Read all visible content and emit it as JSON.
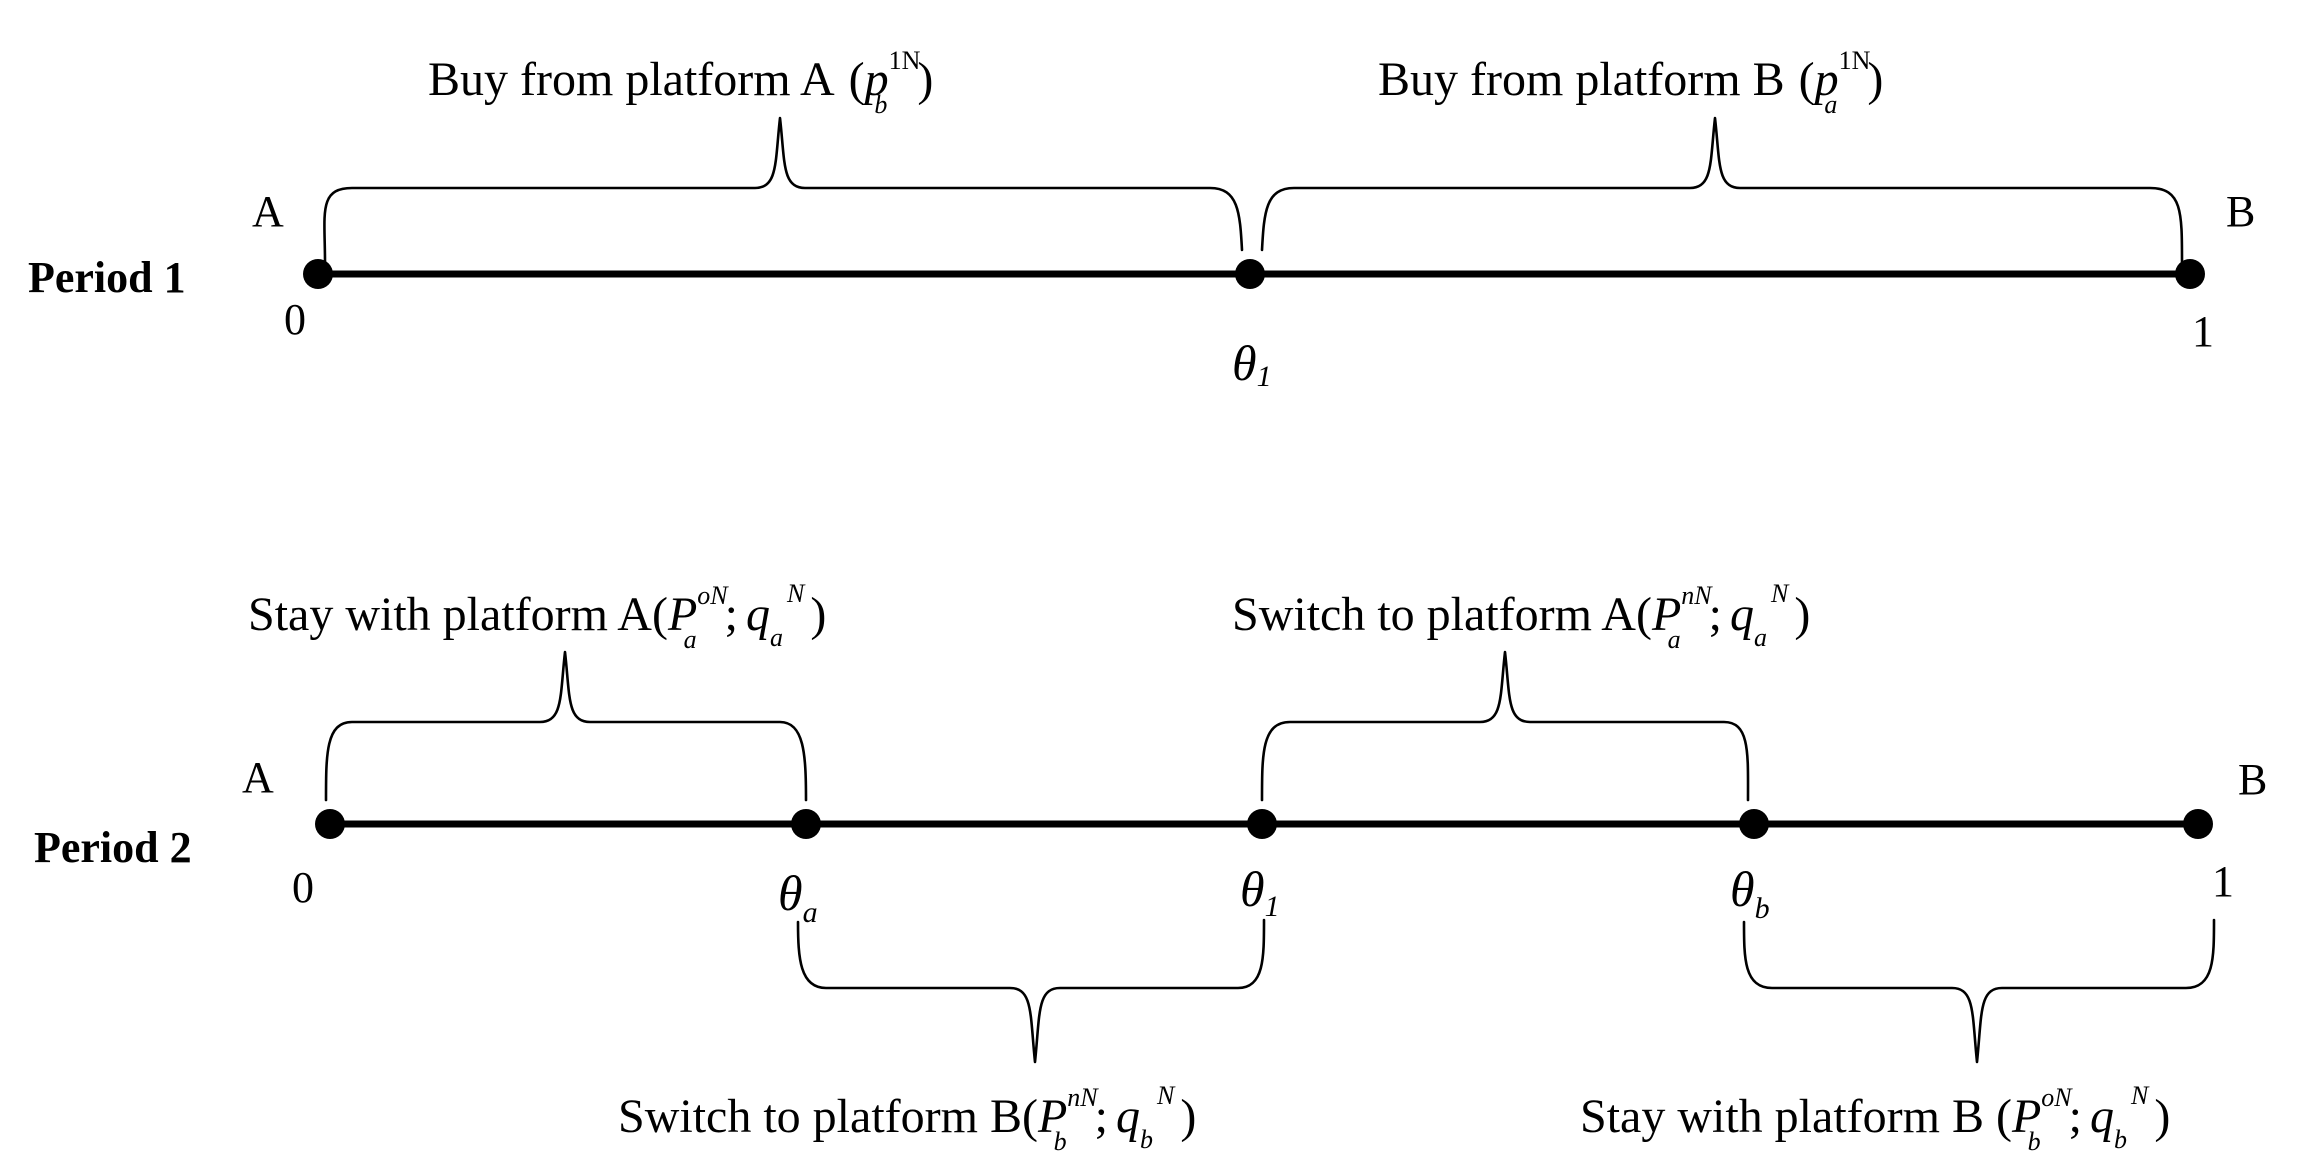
{
  "period1": {
    "label": "Period 1",
    "left_end": "A",
    "right_end": "B",
    "zero": "0",
    "one": "1",
    "theta": "θ",
    "theta_sub": "1",
    "brace_left": {
      "text": "Buy from platform A",
      "paren_open": "(",
      "sym": "p",
      "sup": "1N",
      "sub": "b",
      "paren_close": ")"
    },
    "brace_right": {
      "text": "Buy from platform B",
      "paren_open": "(",
      "sym": "p",
      "sup": "1N",
      "sub": "a",
      "paren_close": ")"
    }
  },
  "period2": {
    "label": "Period 2",
    "left_end": "A",
    "right_end": "B",
    "zero": "0",
    "one": "1",
    "theta_a": {
      "sym": "θ",
      "sub": "a"
    },
    "theta_1": {
      "sym": "θ",
      "sub": "1"
    },
    "theta_b": {
      "sym": "θ",
      "sub": "b"
    },
    "brace_stay_a": {
      "text": "Stay with platform A(",
      "sym1": "P",
      "sup1": "oN",
      "sub1": "a",
      "sep": ";",
      "sym2": "q",
      "sub2": "a",
      "sup2": "N",
      "close": ")"
    },
    "brace_switch_a": {
      "text": "Switch to platform A(",
      "sym1": "P",
      "sup1": "nN",
      "sub1": "a",
      "sep": ";",
      "sym2": "q",
      "sub2": "a",
      "sup2": "N",
      "close": ")"
    },
    "brace_switch_b": {
      "text": "Switch to platform B(",
      "sym1": "P",
      "sup1": "nN",
      "sub1": "b",
      "sep": ";",
      "sym2": "q",
      "sub2": "b",
      "sup2": "N",
      "close": ")"
    },
    "brace_stay_b": {
      "text": "Stay with platform B (",
      "sym1": "P",
      "sup1": "oN",
      "sub1": "b",
      "sep": ";",
      "sym2": "q",
      "sub2": "b",
      "sup2": "N",
      "close": ")"
    }
  }
}
